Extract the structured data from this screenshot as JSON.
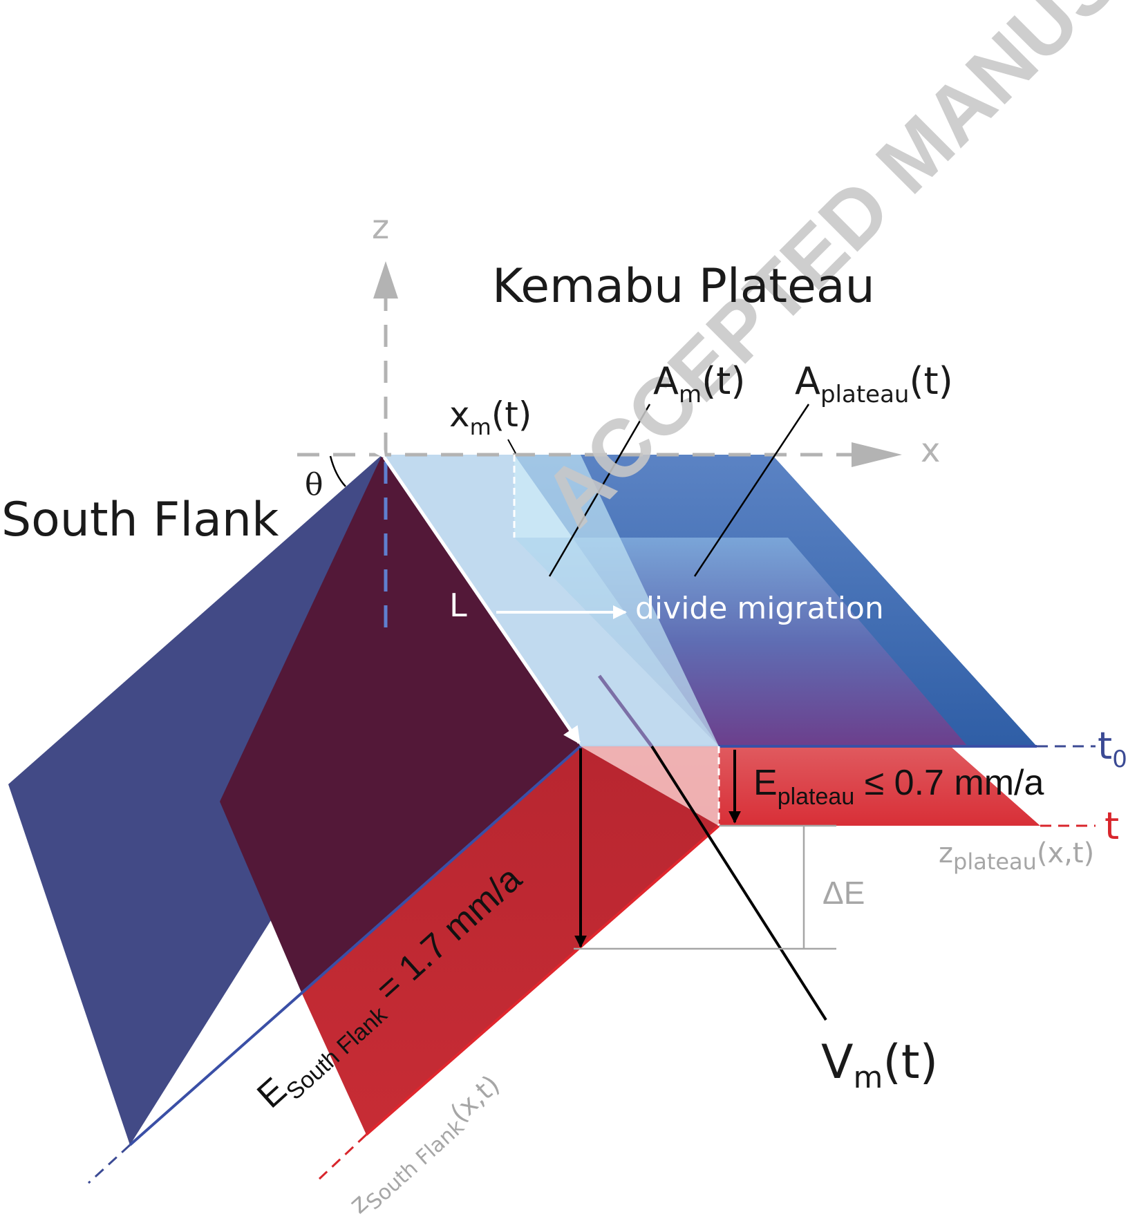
{
  "watermark": "ACCEPTED MANUSCRIPT",
  "labels": {
    "axis_z": "z",
    "axis_x": "x",
    "plateau_title": "Kemabu Plateau",
    "flank_title": "South Flank",
    "theta": "θ",
    "L": "L",
    "divide_migration": "divide migration",
    "xm": {
      "main": "x",
      "sub": "m",
      "tail": "(t)"
    },
    "am": {
      "main": "A",
      "sub": "m",
      "tail": "(t)"
    },
    "aplateau": {
      "main": "A",
      "sub": "plateau",
      "tail": "(t)"
    },
    "vm": {
      "main": "V",
      "sub": "m",
      "tail": "(t)"
    },
    "t0": {
      "main": "t",
      "sub": "0"
    },
    "t": "t",
    "e_plateau": {
      "main": "E",
      "sub": "plateau",
      "tail": " ≤ 0.7 mm/a"
    },
    "z_plateau": {
      "main": "z",
      "sub": "plateau",
      "tail": "(x,t)"
    },
    "delta_e": "ΔE",
    "e_south": {
      "main": "E",
      "sub": "South Flank",
      "tail": " = 1.7 mm/a"
    },
    "z_south": {
      "main": "z",
      "sub": "South Flank",
      "tail": "(x,t)"
    }
  },
  "colors": {
    "flank_blue": "#424a86",
    "flank_dark": "#531838",
    "red": "#bf2a33",
    "plateau_blue": "#3763a8",
    "migration_light": "#b7d2ec",
    "axis_gray": "#b3b3b3",
    "watermark_gray": "#c7c7c7",
    "label_blue": "#3b4a94",
    "label_red": "#d8262c"
  }
}
